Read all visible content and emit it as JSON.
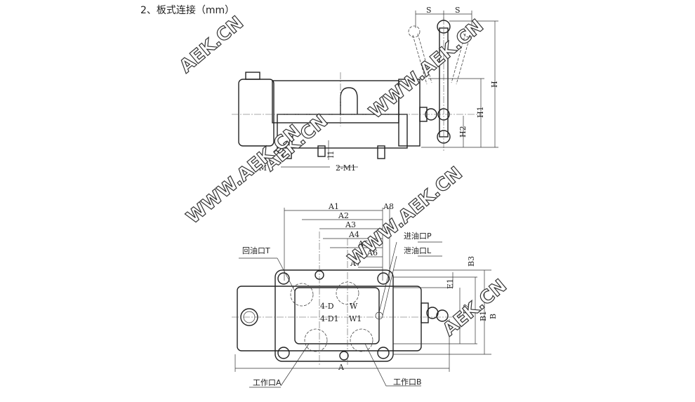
{
  "title": "2、板式连接（mm）",
  "side_view": {
    "labels": {
      "s_left": "S",
      "s_right": "S",
      "h": "H",
      "h1": "H1",
      "h2": "H2",
      "m": "4-M",
      "m1": "2-M1",
      "l1": "l1"
    }
  },
  "top_view": {
    "dims": {
      "a1": "A1",
      "a2": "A2",
      "a3": "A3",
      "a4": "A4",
      "a5": "A5",
      "a6": "A6",
      "a7": "A7",
      "a8": "A8",
      "a": "A",
      "b": "B",
      "b1": "B1",
      "b2": "B2",
      "b3": "B3",
      "e1": "E1",
      "d": "4-D",
      "d1": "4-D1",
      "w": "W",
      "w1": "W1"
    },
    "ports": {
      "p": "进油口P",
      "l": "泄油口L",
      "t": "回油口T",
      "a": "工作口A",
      "b": "工作口B"
    }
  },
  "watermarks": [
    "AEK.CN",
    "WWW.AEK.CN",
    "AEK.CN",
    "WWW.AEK.CN",
    "WWW.AEK.CN",
    "AEK.CN"
  ]
}
